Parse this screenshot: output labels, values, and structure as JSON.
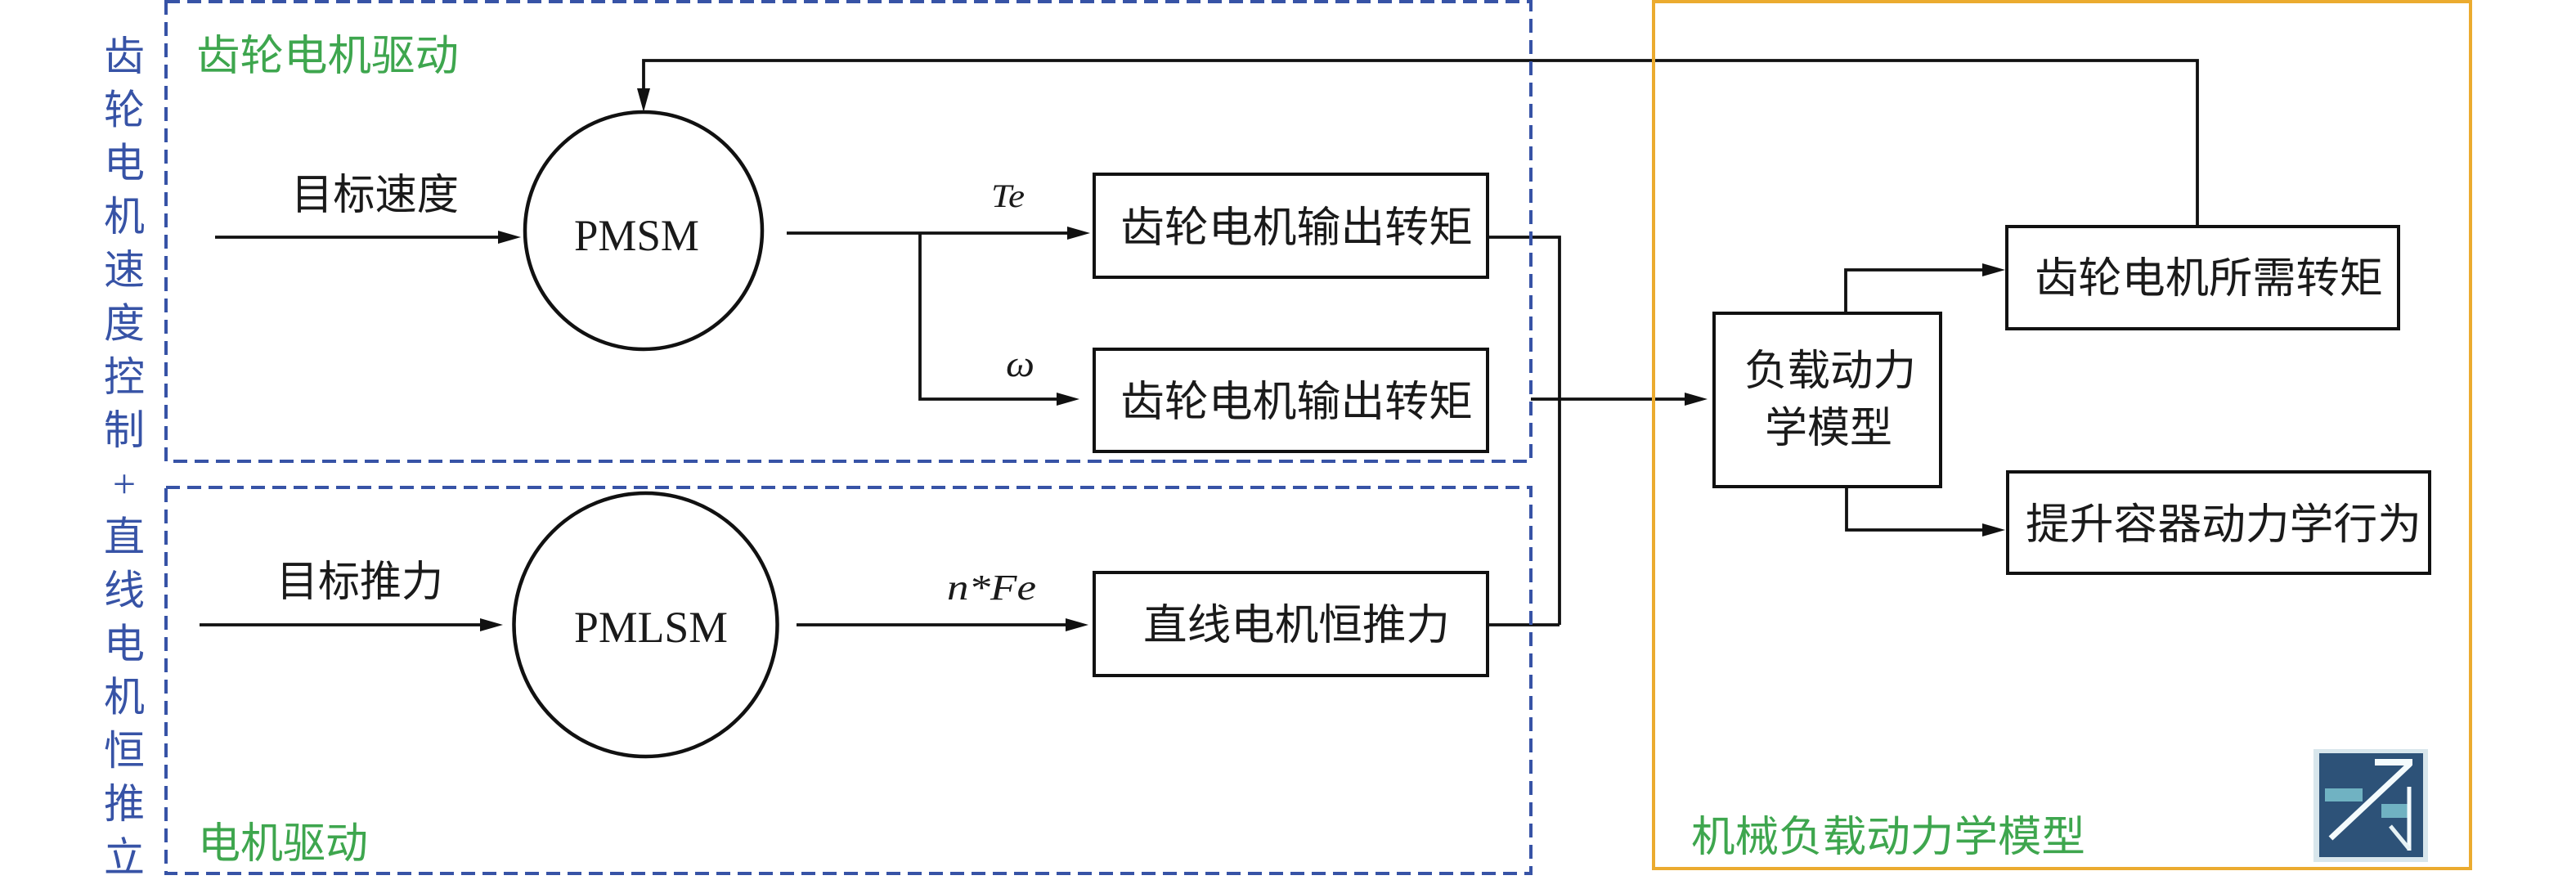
{
  "side_label": {
    "chars": [
      "齿",
      "轮",
      "电",
      "机",
      "速",
      "度",
      "控",
      "制",
      "+",
      "直",
      "线",
      "电",
      "机",
      "恒",
      "推",
      "立"
    ]
  },
  "groups": {
    "gear_drive": "齿轮电机驱动",
    "motor_drive": "电机驱动",
    "mechanical_load": "机械负载动力学模型"
  },
  "inputs": {
    "target_speed": "目标速度",
    "target_thrust": "目标推力"
  },
  "motors": {
    "pmsm": "PMSM",
    "pmlsm": "PMLSM"
  },
  "signals": {
    "te": "Te",
    "omega": "ω",
    "nfe": "n*Fe"
  },
  "blocks": {
    "gear_output_torque_te": "齿轮电机输出转矩",
    "gear_output_torque_omega": "齿轮电机输出转矩",
    "linear_constant_thrust": "直线电机恒推力",
    "load_dynamics_line1": "负载动力",
    "load_dynamics_line2": "学模型",
    "gear_required_torque": "齿轮电机所需转矩",
    "hoist_dynamics": "提升容器动力学行为"
  },
  "colors": {
    "side_label": "#3753a6",
    "group_border": "#3753a6",
    "group_label": "#3ea64e",
    "load_border": "#ebab2f",
    "line": "#111111",
    "logo_bg": "#2d5278"
  },
  "logo": {
    "icon": "logo-icon"
  }
}
